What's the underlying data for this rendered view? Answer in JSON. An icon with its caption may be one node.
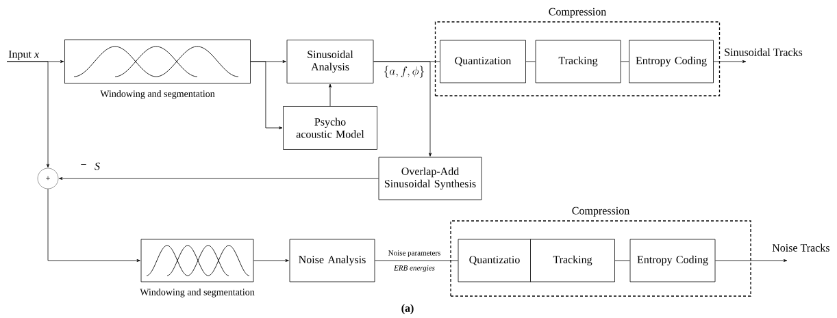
{
  "diagram": {
    "caption": "(a)",
    "nodes": [
      {
        "text": [
          "Input *x*"
        ]
      },
      {
        "text": [],
        "shape": "box",
        "beside": [
          "Windowing and segmentation"
        ]
      },
      {
        "text": [
          "Sinusoidal Analysis"
        ]
      },
      {
        "text": [
          "Psycho acoustic Model"
        ]
      },
      {
        "text": [
          "Compression"
        ]
      },
      {
        "text": [
          "Quantization"
        ],
        "in": 4
      },
      {
        "text": [
          "Tracking"
        ],
        "in": 4
      },
      {
        "text": [
          "Entropy Coding"
        ],
        "in": 4
      },
      {
        "text": [
          "Sinusoidal Tracks"
        ]
      },
      {
        "text": [
          "Overlap-Add Sinusoidal Synthesis"
        ]
      },
      {
        "text": [
          "+"
        ]
      },
      {
        "text": [],
        "shape": "box",
        "beside": [
          "Windowing and segmentation"
        ]
      },
      {
        "text": [
          "Noise Analysis"
        ]
      },
      {
        "text": [
          "Compression"
        ]
      },
      {
        "text": [
          "Quantizatio"
        ],
        "in": 13
      },
      {
        "text": [
          "Tracking"
        ],
        "in": 13
      },
      {
        "text": [
          "Entropy Coding"
        ],
        "in": 13
      },
      {
        "text": [
          "Noise Tracks"
        ]
      }
    ],
    "edges": [
      {
        "from": 0,
        "to": 1,
        "arrow": "to"
      },
      {
        "from": 0,
        "to": 10,
        "arrow": "to"
      },
      {
        "from": 1,
        "to": 2,
        "arrow": "to"
      },
      {
        "from": 1,
        "to": 3,
        "arrow": "to"
      },
      {
        "from": 3,
        "to": 2,
        "arrow": "to"
      },
      {
        "from": 2,
        "to": 5,
        "arrow": "none",
        "label": "\\{a, f, \\phi\\}"
      },
      {
        "from": 2,
        "to": 9,
        "arrow": "to"
      },
      {
        "from": 5,
        "to": 6,
        "arrow": "none"
      },
      {
        "from": 6,
        "to": 7,
        "arrow": "none"
      },
      {
        "from": 7,
        "to": 8,
        "arrow": "to"
      },
      {
        "from": 9,
        "to": 10,
        "arrow": "to",
        "label": "S"
      },
      {
        "from": 10,
        "to": 11,
        "arrow": "to"
      },
      {
        "from": 11,
        "to": 12,
        "arrow": "to"
      },
      {
        "from": 12,
        "to": 14,
        "arrow": "none",
        "label": "Noise parameters"
      },
      {
        "from": 15,
        "to": 16,
        "arrow": "none"
      },
      {
        "from": 16,
        "to": 17,
        "arrow": "to"
      }
    ],
    "labels": [
      "−",
      "ERB energies"
    ]
  }
}
